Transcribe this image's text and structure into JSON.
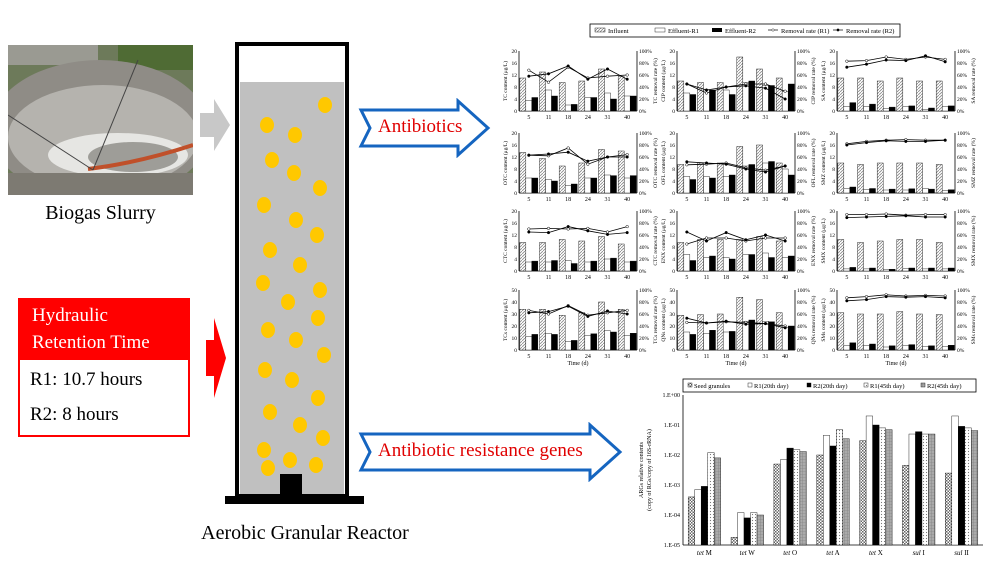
{
  "left_panel": {
    "photo_caption": "Biogas Slurry",
    "hrt": {
      "title_line1": "Hydraulic",
      "title_line2": "Retention Time",
      "r1": "R1: 10.7 hours",
      "r2": "R2: 8 hours"
    },
    "reactor_caption": "Aerobic Granular Reactor"
  },
  "arrows": {
    "antibiotics": "Antibiotics",
    "args": "Antibiotic resistance genes"
  },
  "colors": {
    "hrt_red": "#ff0000",
    "arrow_blue": "#1565c0",
    "arrow_text_red": "#e00000",
    "granule_yellow": "#ffc800",
    "reactor_fill": "#c0c0c0",
    "input_arrow_gray": "#c8c8c8"
  },
  "chart_data": [
    {
      "type": "bar+line",
      "title": "Antibiotic content and removal over time",
      "legend": [
        "Influent",
        "Effluent-R1",
        "Effluent-R2",
        "Removal rate (R1)",
        "Removal rate (R2)"
      ],
      "legend_placement": "top",
      "xlabel": "Time (d)",
      "categories": [
        "5",
        "11",
        "18",
        "24",
        "31",
        "40"
      ],
      "right_ylim": [
        0,
        100
      ],
      "right_ticks": [
        "0%",
        "20%",
        "40%",
        "60%",
        "80%",
        "100%"
      ],
      "panels": [
        {
          "compound": "TC",
          "ylabel": "TC content (μg/L)",
          "y2label": "TC removal rate (%)",
          "ylim": [
            0,
            20
          ],
          "yticks": [
            0,
            4,
            8,
            12,
            16,
            20
          ],
          "influent": [
            11,
            13,
            9.5,
            10,
            14,
            11.5
          ],
          "effluent_r1": [
            3.5,
            7,
            2,
            4.5,
            6,
            5
          ],
          "effluent_r2": [
            4.5,
            5,
            2.2,
            4.5,
            4,
            5
          ],
          "removal_r1": [
            68,
            48,
            73,
            55,
            58,
            60
          ],
          "removal_r2": [
            58,
            62,
            75,
            53,
            70,
            53
          ]
        },
        {
          "compound": "CIP",
          "ylabel": "CIP content (μg/L)",
          "y2label": "CIP removal rate (%)",
          "ylim": [
            0,
            20
          ],
          "yticks": [
            0,
            4,
            8,
            12,
            16,
            20
          ],
          "influent": [
            10,
            9.5,
            9.5,
            18,
            14,
            11
          ],
          "effluent_r1": [
            6,
            7,
            7,
            9.5,
            8.5,
            6.5
          ],
          "effluent_r2": [
            5.5,
            7,
            5.5,
            10,
            8.5,
            9
          ],
          "removal_r1": [
            45,
            30,
            40,
            45,
            45,
            33
          ],
          "removal_r2": [
            45,
            35,
            40,
            42,
            38,
            20
          ]
        },
        {
          "compound": "SA",
          "ylabel": "SA content (μg/L)",
          "y2label": "SA removal rate (%)",
          "ylim": [
            0,
            20
          ],
          "yticks": [
            0,
            4,
            8,
            12,
            16,
            20
          ],
          "influent": [
            11,
            11,
            10,
            11,
            10,
            10
          ],
          "effluent_r1": [
            1.5,
            1.5,
            0.8,
            1.5,
            0.5,
            1.5
          ],
          "effluent_r2": [
            2.8,
            2.3,
            1.3,
            1.7,
            1,
            1.7
          ],
          "removal_r1": [
            83,
            84,
            90,
            86,
            90,
            86
          ],
          "removal_r2": [
            73,
            78,
            85,
            84,
            92,
            82
          ]
        },
        {
          "compound": "OTC",
          "ylabel": "OTC content (μg/L)",
          "y2label": "OTC removal rate (%)",
          "ylim": [
            0,
            20
          ],
          "yticks": [
            0,
            4,
            8,
            12,
            16,
            20
          ],
          "influent": [
            13.5,
            11.5,
            9,
            10,
            14.5,
            14
          ],
          "effluent_r1": [
            5,
            4.5,
            2.5,
            5,
            6,
            5
          ],
          "effluent_r2": [
            5,
            4,
            3,
            5,
            5.8,
            5.8
          ],
          "removal_r1": [
            63,
            62,
            75,
            48,
            60,
            64
          ],
          "removal_r2": [
            63,
            65,
            68,
            53,
            60,
            60
          ]
        },
        {
          "compound": "OFL",
          "ylabel": "OFL content (μg/L)",
          "y2label": "OFL removal rate (%)",
          "ylim": [
            0,
            20
          ],
          "yticks": [
            0,
            4,
            8,
            12,
            16,
            20
          ],
          "influent": [
            9.5,
            10,
            10,
            15.5,
            16,
            10
          ],
          "effluent_r1": [
            5.5,
            5.5,
            5.5,
            9,
            10,
            8
          ],
          "effluent_r2": [
            4.5,
            5,
            6,
            9.5,
            10.5,
            6
          ],
          "removal_r1": [
            47,
            48,
            50,
            42,
            38,
            45
          ],
          "removal_r2": [
            52,
            50,
            48,
            40,
            35,
            45
          ]
        },
        {
          "compound": "SMZ",
          "ylabel": "SMZ content (μg/L)",
          "y2label": "SMZ removal rate (%)",
          "ylim": [
            0,
            20
          ],
          "yticks": [
            0,
            4,
            8,
            12,
            16,
            20
          ],
          "influent": [
            10,
            9.5,
            10,
            10,
            10,
            9.5
          ],
          "effluent_r1": [
            1.5,
            1.2,
            1,
            1,
            1.5,
            0.8
          ],
          "effluent_r2": [
            2,
            1.5,
            1.3,
            1.4,
            1.3,
            1.1
          ],
          "removal_r1": [
            82,
            86,
            88,
            89,
            88,
            88
          ],
          "removal_r2": [
            80,
            84,
            87,
            86,
            86,
            88
          ]
        },
        {
          "compound": "CTC",
          "ylabel": "CTC content (μg/L)",
          "y2label": "CTC removal rate (%)",
          "ylim": [
            0,
            20
          ],
          "yticks": [
            0,
            4,
            8,
            12,
            16,
            20
          ],
          "influent": [
            9.5,
            9.5,
            10.5,
            10,
            11.5,
            9
          ],
          "effluent_r1": [
            3,
            3,
            3.5,
            3,
            4,
            3
          ],
          "effluent_r2": [
            3.3,
            3.5,
            2.5,
            3.3,
            4.3,
            3.3
          ],
          "removal_r1": [
            70,
            71,
            70,
            71,
            65,
            74
          ],
          "removal_r2": [
            65,
            64,
            74,
            67,
            61,
            64
          ]
        },
        {
          "compound": "ENX",
          "ylabel": "ENX content (μg/L)",
          "y2label": "ENX removal rate (%)",
          "ylim": [
            0,
            20
          ],
          "yticks": [
            0,
            4,
            8,
            12,
            16,
            20
          ],
          "influent": [
            9.5,
            10.5,
            10.5,
            10.5,
            11.5,
            10
          ],
          "effluent_r1": [
            5.5,
            4.5,
            4.5,
            5.5,
            6,
            4.5
          ],
          "effluent_r2": [
            3.5,
            5,
            4,
            5.5,
            4.5,
            5
          ],
          "removal_r1": [
            45,
            55,
            55,
            50,
            55,
            55
          ],
          "removal_r2": [
            65,
            50,
            64,
            52,
            60,
            50
          ]
        },
        {
          "compound": "SMX",
          "ylabel": "SMX content (μg/L)",
          "y2label": "SMX removal rate (%)",
          "ylim": [
            0,
            20
          ],
          "yticks": [
            0,
            4,
            8,
            12,
            16,
            20
          ],
          "influent": [
            10.5,
            9.5,
            10,
            10.5,
            10.5,
            9.5
          ],
          "effluent_r1": [
            0.7,
            0.7,
            0.5,
            0.8,
            0.7,
            0.7
          ],
          "effluent_r2": [
            1.2,
            1,
            0.6,
            1,
            1,
            1
          ],
          "removal_r1": [
            94,
            94,
            95,
            93,
            94,
            94
          ],
          "removal_r2": [
            89,
            90,
            91,
            92,
            90,
            90
          ]
        },
        {
          "compound": "TCs",
          "ylabel": "TCs content (μg/L)",
          "y2label": "TCs removal rate (%)",
          "ylim": [
            0,
            50
          ],
          "yticks": [
            0,
            10,
            20,
            30,
            40,
            50
          ],
          "influent": [
            34,
            34,
            29,
            31,
            40,
            34
          ],
          "effluent_r1": [
            11,
            14,
            7,
            12,
            16,
            12
          ],
          "effluent_r2": [
            13,
            13,
            8,
            13.5,
            15,
            14
          ],
          "removal_r1": [
            66,
            60,
            74,
            58,
            62,
            66
          ],
          "removal_r2": [
            62,
            64,
            73,
            56,
            65,
            60
          ]
        },
        {
          "compound": "QNs",
          "ylabel": "QNs content (μg/L)",
          "y2label": "QNs removal rate (%)",
          "ylim": [
            0,
            50
          ],
          "yticks": [
            0,
            10,
            20,
            30,
            40,
            50
          ],
          "influent": [
            29,
            29.5,
            30,
            44,
            42,
            31
          ],
          "effluent_r1": [
            15,
            14,
            15,
            24,
            24,
            19
          ],
          "effluent_r2": [
            13,
            16.5,
            15.5,
            25,
            23.5,
            20
          ],
          "removal_r1": [
            46,
            45,
            47,
            46,
            44,
            40
          ],
          "removal_r2": [
            53,
            45,
            48,
            43,
            44,
            37
          ]
        },
        {
          "compound": "SMs",
          "ylabel": "SMs content (μg/L)",
          "y2label": "SMs removal rate (%)",
          "ylim": [
            0,
            50
          ],
          "yticks": [
            0,
            10,
            20,
            30,
            40,
            50
          ],
          "influent": [
            31,
            30,
            30,
            32,
            30,
            29.5
          ],
          "effluent_r1": [
            4,
            3.5,
            2.5,
            4,
            3,
            3
          ],
          "effluent_r2": [
            6,
            5,
            3.5,
            4.5,
            3.5,
            4
          ],
          "removal_r1": [
            87,
            89,
            92,
            90,
            91,
            90
          ],
          "removal_r2": [
            82,
            84,
            89,
            88,
            89,
            87
          ]
        }
      ]
    },
    {
      "type": "bar",
      "title": "ARGs relative contents",
      "ylabel_line1": "ARGs relative contents",
      "ylabel_line2": "(copy of RGs/copy of 16S-rRNA)",
      "yscale": "log",
      "ylim": [
        1e-05,
        1
      ],
      "yticks": [
        "1.E-05",
        "1.E-04",
        "1.E-03",
        "1.E-02",
        "1.E-01",
        "1.E+00"
      ],
      "legend_placement": "top",
      "categories": [
        {
          "italic": "tet",
          "suffix": " M"
        },
        {
          "italic": "tet",
          "suffix": " W"
        },
        {
          "italic": "tet",
          "suffix": " O"
        },
        {
          "italic": "tet",
          "suffix": " A"
        },
        {
          "italic": "tet",
          "suffix": " X"
        },
        {
          "italic": "sul",
          "suffix": " I"
        },
        {
          "italic": "sul",
          "suffix": " II"
        }
      ],
      "series": [
        {
          "name": "Seed granules",
          "values": [
            0.0004,
            1.8e-05,
            0.005,
            0.01,
            0.03,
            0.0045,
            0.0025
          ]
        },
        {
          "name": "R1(20th day)",
          "values": [
            0.0007,
            0.00012,
            0.007,
            0.045,
            0.2,
            0.05,
            0.2
          ]
        },
        {
          "name": "R2(20th day)",
          "values": [
            0.0009,
            8e-05,
            0.017,
            0.02,
            0.1,
            0.06,
            0.09
          ]
        },
        {
          "name": "R1(45th day)",
          "values": [
            0.012,
            0.00012,
            0.015,
            0.07,
            0.08,
            0.05,
            0.08
          ]
        },
        {
          "name": "R2(45th day)",
          "values": [
            0.008,
            0.0001,
            0.013,
            0.035,
            0.07,
            0.05,
            0.065
          ]
        }
      ]
    }
  ]
}
